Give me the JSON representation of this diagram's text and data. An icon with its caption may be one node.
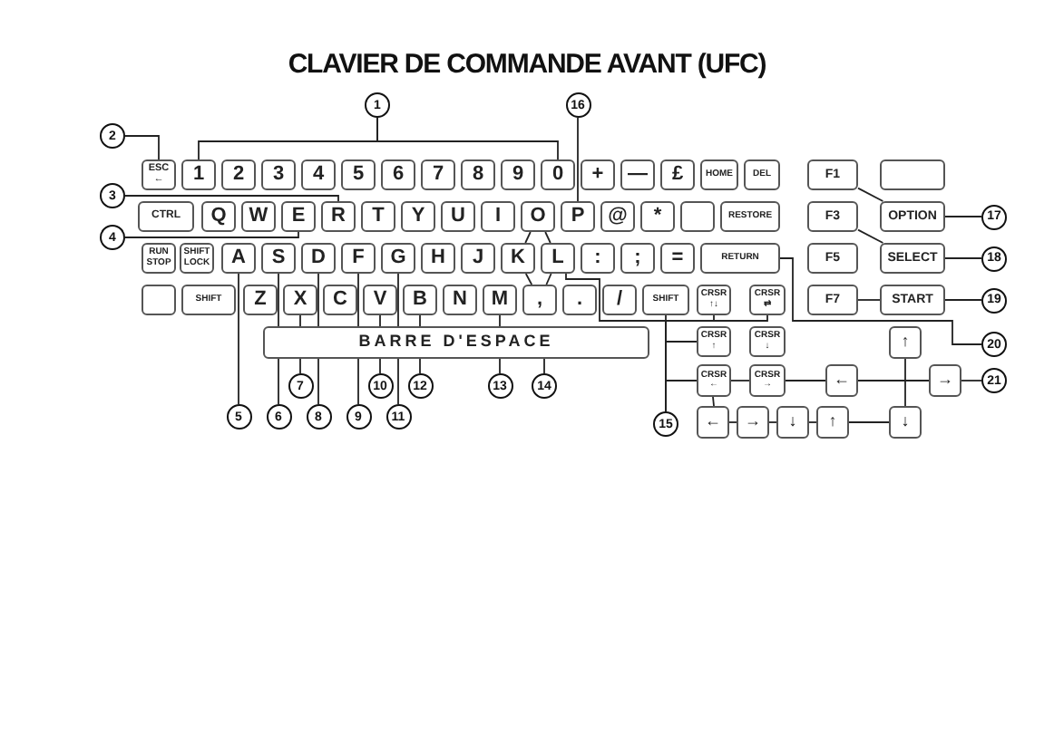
{
  "diagram": {
    "title": "CLAVIER DE COMMANDE AVANT (UFC)",
    "nodes": [
      {
        "text": [
          "1"
        ]
      },
      {
        "text": [
          "16"
        ]
      },
      {
        "text": [
          "2"
        ]
      },
      {
        "text": [
          "ESC ←"
        ]
      },
      {
        "text": [
          "1"
        ]
      },
      {
        "text": [
          "2"
        ]
      },
      {
        "text": [
          "3"
        ]
      },
      {
        "text": [
          "4"
        ]
      },
      {
        "text": [
          "5"
        ]
      },
      {
        "text": [
          "6"
        ]
      },
      {
        "text": [
          "7"
        ]
      },
      {
        "text": [
          "8"
        ]
      },
      {
        "text": [
          "9"
        ]
      },
      {
        "text": [
          "0"
        ]
      },
      {
        "text": [
          "+"
        ]
      },
      {
        "text": [
          "—"
        ]
      },
      {
        "text": [
          "£"
        ]
      },
      {
        "text": [
          "HOME"
        ]
      },
      {
        "text": [
          "DEL"
        ]
      },
      {
        "text": [
          "F1"
        ]
      },
      {
        "text": [],
        "shape": "box"
      },
      {
        "text": [
          "3"
        ]
      },
      {
        "text": [
          "CTRL"
        ]
      },
      {
        "text": [
          "Q"
        ]
      },
      {
        "text": [
          "W"
        ]
      },
      {
        "text": [
          "E"
        ]
      },
      {
        "text": [
          "R"
        ]
      },
      {
        "text": [
          "T"
        ]
      },
      {
        "text": [
          "Y"
        ]
      },
      {
        "text": [
          "U"
        ]
      },
      {
        "text": [
          "I"
        ]
      },
      {
        "text": [
          "O"
        ]
      },
      {
        "text": [
          "P"
        ]
      },
      {
        "text": [
          "@"
        ]
      },
      {
        "text": [
          "*"
        ]
      },
      {
        "text": [],
        "shape": "box"
      },
      {
        "text": [
          "RESTORE"
        ]
      },
      {
        "text": [
          "F3"
        ]
      },
      {
        "text": [
          "OPTION"
        ]
      },
      {
        "text": [
          "17"
        ]
      },
      {
        "text": [
          "4"
        ]
      },
      {
        "text": [
          "RUN STOP"
        ]
      },
      {
        "text": [
          "SHIFT LOCK"
        ]
      },
      {
        "text": [
          "A"
        ]
      },
      {
        "text": [
          "S"
        ]
      },
      {
        "text": [
          "D"
        ]
      },
      {
        "text": [
          "F"
        ]
      },
      {
        "text": [
          "G"
        ]
      },
      {
        "text": [
          "H"
        ]
      },
      {
        "text": [
          "J"
        ]
      },
      {
        "text": [
          "K"
        ]
      },
      {
        "text": [
          "L"
        ]
      },
      {
        "text": [
          ":"
        ]
      },
      {
        "text": [
          ";"
        ]
      },
      {
        "text": [
          "="
        ]
      },
      {
        "text": [
          "RETURN"
        ]
      },
      {
        "text": [
          "F5"
        ]
      },
      {
        "text": [
          "SELECT"
        ]
      },
      {
        "text": [
          "18"
        ]
      },
      {
        "text": [],
        "shape": "box"
      },
      {
        "text": [
          "SHIFT"
        ]
      },
      {
        "text": [
          "Z"
        ]
      },
      {
        "text": [
          "X"
        ]
      },
      {
        "text": [
          "C"
        ]
      },
      {
        "text": [
          "V"
        ]
      },
      {
        "text": [
          "B"
        ]
      },
      {
        "text": [
          "N"
        ]
      },
      {
        "text": [
          "M"
        ]
      },
      {
        "text": [
          ","
        ]
      },
      {
        "text": [
          "."
        ]
      },
      {
        "text": [
          "/"
        ]
      },
      {
        "text": [
          "SHIFT"
        ]
      },
      {
        "text": [
          "CRSR ↑↓"
        ]
      },
      {
        "text": [
          "CRSR ⇄"
        ]
      },
      {
        "text": [
          "F7"
        ]
      },
      {
        "text": [
          "START"
        ]
      },
      {
        "text": [
          "19"
        ]
      },
      {
        "text": [
          "BARRE D'ESPACE"
        ]
      },
      {
        "text": [
          "CRSR ↑"
        ]
      },
      {
        "text": [
          "CRSR ↓"
        ]
      },
      {
        "text": [
          "↑"
        ]
      },
      {
        "text": [
          "20"
        ]
      },
      {
        "text": [
          "CRSR ←"
        ]
      },
      {
        "text": [
          "CRSR →"
        ]
      },
      {
        "text": [
          "←"
        ]
      },
      {
        "text": [
          "→"
        ]
      },
      {
        "text": [
          "21"
        ]
      },
      {
        "text": [
          "7"
        ]
      },
      {
        "text": [
          "10"
        ]
      },
      {
        "text": [
          "12"
        ]
      },
      {
        "text": [
          "13"
        ]
      },
      {
        "text": [
          "14"
        ]
      },
      {
        "text": [
          "5"
        ]
      },
      {
        "text": [
          "6"
        ]
      },
      {
        "text": [
          "8"
        ]
      },
      {
        "text": [
          "9"
        ]
      },
      {
        "text": [
          "11"
        ]
      },
      {
        "text": [
          "15"
        ]
      },
      {
        "text": [
          "←"
        ]
      },
      {
        "text": [
          "→"
        ]
      },
      {
        "text": [
          "↓"
        ]
      },
      {
        "text": [
          "↑"
        ]
      },
      {
        "text": [
          "↓"
        ]
      }
    ],
    "edges": [
      {
        "from": 0,
        "to": 4,
        "arrow": "none"
      },
      {
        "from": 0,
        "to": 13,
        "arrow": "none"
      },
      {
        "from": 1,
        "to": 32,
        "arrow": "none"
      },
      {
        "from": 2,
        "to": 3,
        "arrow": "none"
      },
      {
        "from": 21,
        "to": 26,
        "arrow": "none"
      },
      {
        "from": 40,
        "to": 25,
        "arrow": "none"
      },
      {
        "from": 19,
        "to": 38,
        "arrow": "none"
      },
      {
        "from": 37,
        "to": 57,
        "arrow": "none"
      },
      {
        "from": 74,
        "to": 75,
        "arrow": "none"
      },
      {
        "from": 39,
        "to": 38,
        "arrow": "none"
      },
      {
        "from": 58,
        "to": 57,
        "arrow": "none"
      },
      {
        "from": 76,
        "to": 75,
        "arrow": "none"
      },
      {
        "from": 81,
        "to": 55,
        "arrow": "none"
      },
      {
        "from": 86,
        "to": 85,
        "arrow": "none"
      },
      {
        "from": 92,
        "to": 43,
        "arrow": "none"
      },
      {
        "from": 93,
        "to": 44,
        "arrow": "none"
      },
      {
        "from": 87,
        "to": 62,
        "arrow": "none"
      },
      {
        "from": 94,
        "to": 45,
        "arrow": "none"
      },
      {
        "from": 95,
        "to": 46,
        "arrow": "none"
      },
      {
        "from": 88,
        "to": 64,
        "arrow": "none"
      },
      {
        "from": 96,
        "to": 47,
        "arrow": "none"
      },
      {
        "from": 89,
        "to": 65,
        "arrow": "none"
      },
      {
        "from": 90,
        "to": 67,
        "arrow": "none"
      },
      {
        "from": 91,
        "to": 77,
        "arrow": "none"
      },
      {
        "from": 97,
        "to": 71,
        "arrow": "none"
      },
      {
        "from": 97,
        "to": 72,
        "arrow": "none"
      },
      {
        "from": 97,
        "to": 73,
        "arrow": "none"
      },
      {
        "from": 97,
        "to": 78,
        "arrow": "none"
      },
      {
        "from": 97,
        "to": 82,
        "arrow": "none"
      },
      {
        "from": 97,
        "to": 51,
        "arrow": "none"
      },
      {
        "from": 31,
        "to": 50,
        "arrow": "none"
      },
      {
        "from": 50,
        "to": 68,
        "arrow": "none"
      },
      {
        "from": 68,
        "to": 51,
        "arrow": "none"
      },
      {
        "from": 51,
        "to": 31,
        "arrow": "none"
      },
      {
        "from": 82,
        "to": 83,
        "arrow": "none"
      },
      {
        "from": 83,
        "to": 84,
        "arrow": "none"
      },
      {
        "from": 84,
        "to": 85,
        "arrow": "none"
      },
      {
        "from": 80,
        "to": 102,
        "arrow": "none"
      },
      {
        "from": 82,
        "to": 98,
        "arrow": "none"
      },
      {
        "from": 98,
        "to": 99,
        "arrow": "none"
      },
      {
        "from": 99,
        "to": 100,
        "arrow": "none"
      },
      {
        "from": 100,
        "to": 101,
        "arrow": "none"
      },
      {
        "from": 101,
        "to": 102,
        "arrow": "none"
      }
    ]
  }
}
